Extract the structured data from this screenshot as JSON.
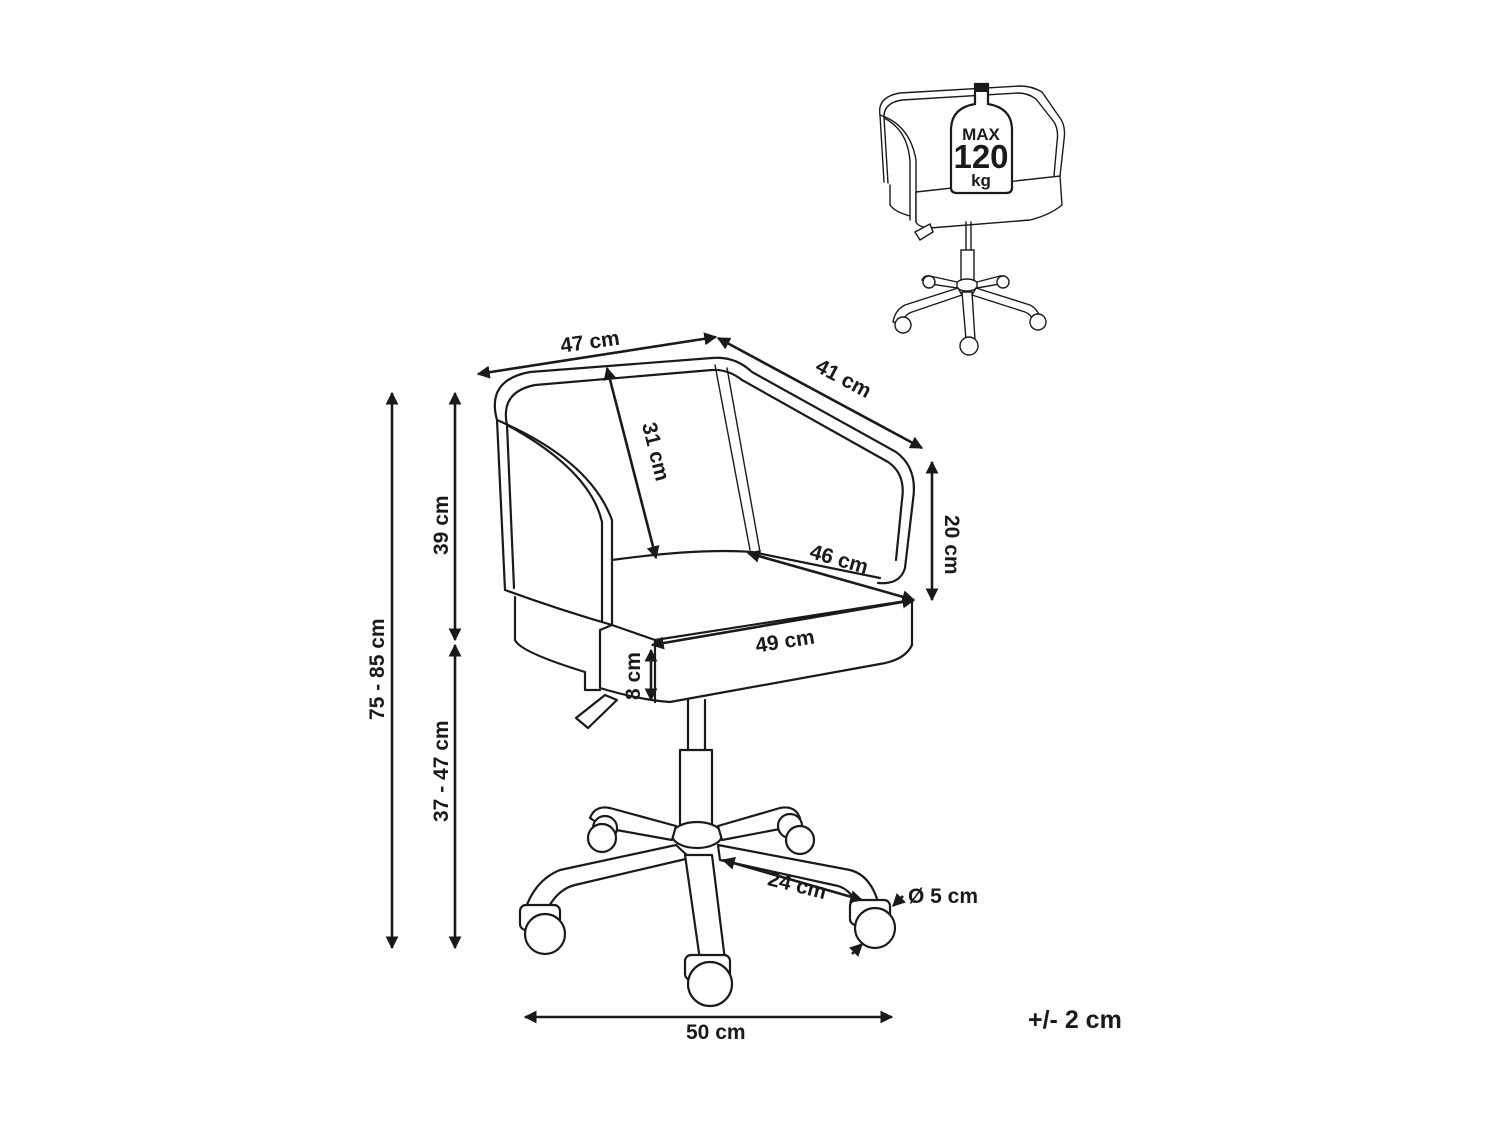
{
  "dimensions": {
    "back_width": "47 cm",
    "seat_depth_side": "41 cm",
    "backrest_height": "31 cm",
    "armrest_height": "20 cm",
    "seat_inner_width": "46 cm",
    "seat_front_width": "49 cm",
    "seat_thickness": "8 cm",
    "back_height_from_seat": "39 cm",
    "total_height": "75 - 85 cm",
    "seat_height": "37 - 47 cm",
    "base_leg_length": "24 cm",
    "wheel_diameter": "Ø 5 cm",
    "base_width": "50 cm"
  },
  "tolerance": "+/- 2 cm",
  "max_load": {
    "line1": "MAX",
    "line2": "120",
    "line3": "kg"
  }
}
